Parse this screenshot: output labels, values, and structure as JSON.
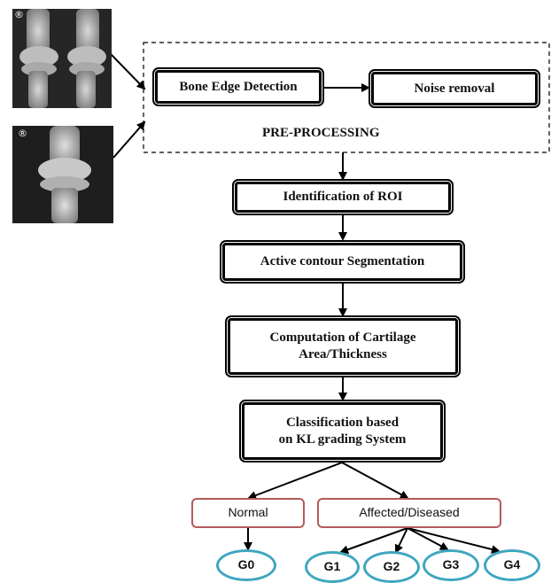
{
  "images": {
    "xray_1": {
      "alt": "bilateral knee x-ray",
      "mark": "®"
    },
    "xray_2": {
      "alt": "single knee x-ray",
      "mark": "®"
    }
  },
  "preprocessing": {
    "label": "PRE-PROCESSING",
    "step_1": "Bone Edge Detection",
    "step_2": "Noise removal"
  },
  "steps": {
    "roi": "Identification of ROI",
    "segmentation": "Active contour Segmentation",
    "cartilage_line1": "Computation of Cartilage",
    "cartilage_line2": "Area/Thickness",
    "classification_line1": "Classification based",
    "classification_line2": "on KL grading System"
  },
  "outcomes": {
    "normal": "Normal",
    "affected": "Affected/Diseased"
  },
  "grades": {
    "g0": "G0",
    "g1": "G1",
    "g2": "G2",
    "g3": "G3",
    "g4": "G4"
  },
  "colors": {
    "outcome_border": "#b55a5a",
    "grade_border": "#3fa6c0",
    "arrows": "#000000"
  }
}
